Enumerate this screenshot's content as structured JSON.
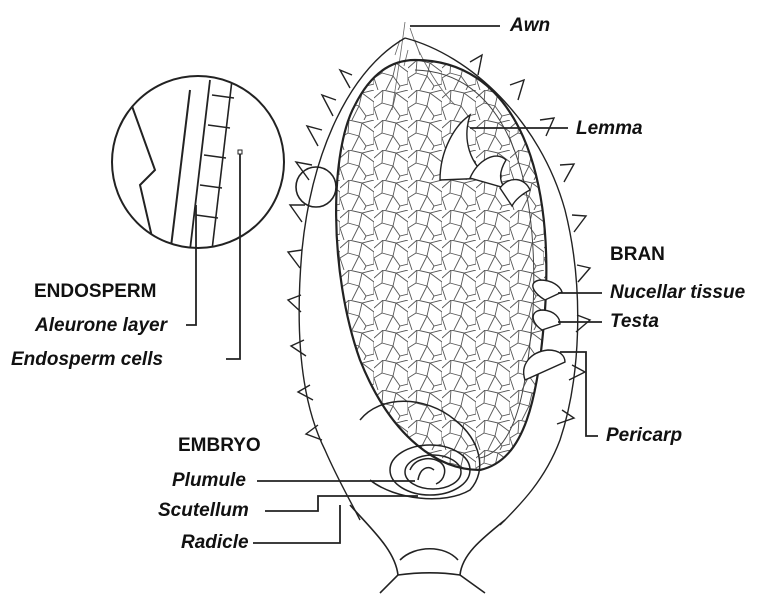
{
  "diagram": {
    "labels": {
      "awn": "Awn",
      "lemma": "Lemma",
      "bran": "BRAN",
      "nucellar_tissue": "Nucellar tissue",
      "testa": "Testa",
      "pericarp": "Pericarp",
      "endosperm": "ENDOSPERM",
      "aleurone_layer": "Aleurone layer",
      "endosperm_cells": "Endosperm cells",
      "embryo": "EMBRYO",
      "plumule": "Plumule",
      "scutellum": "Scutellum",
      "radicle": "Radicle"
    },
    "colors": {
      "ink": "#111111",
      "line": "#222222",
      "cells": "#444444",
      "background": "#ffffff"
    }
  }
}
